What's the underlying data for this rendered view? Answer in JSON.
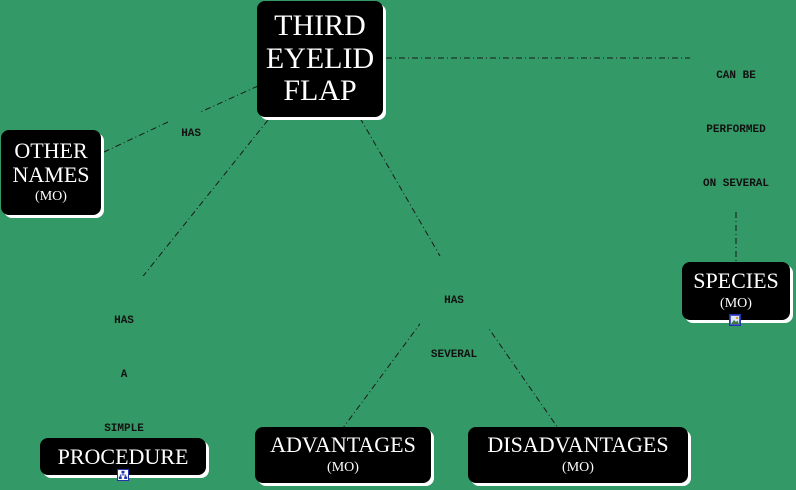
{
  "nodes": {
    "main": {
      "line1": "THIRD",
      "line2": "EYELID",
      "line3": "FLAP"
    },
    "other_names": {
      "line1": "OTHER",
      "line2": "NAMES",
      "sub": "(MO)"
    },
    "species": {
      "line1": "SPECIES",
      "sub": "(MO)"
    },
    "procedure": {
      "line1": "PROCEDURE"
    },
    "advantages": {
      "line1": "ADVANTAGES",
      "sub": "(MO)"
    },
    "disadvantages": {
      "line1": "DISADVANTAGES",
      "sub": "(MO)"
    }
  },
  "links": {
    "has": "HAS",
    "has_simple": {
      "l1": "HAS",
      "l2": "A",
      "l3": "SIMPLE"
    },
    "has_several": {
      "l1": "HAS",
      "l2": "SEVERAL"
    },
    "performed": {
      "l1": "CAN BE",
      "l2": "PERFORMED",
      "l3": "ON SEVERAL"
    }
  },
  "icons": {
    "species": "image-icon",
    "procedure": "network-icon"
  },
  "colors": {
    "background": "#339966",
    "node": "#000000",
    "node_text": "#ffffff"
  }
}
